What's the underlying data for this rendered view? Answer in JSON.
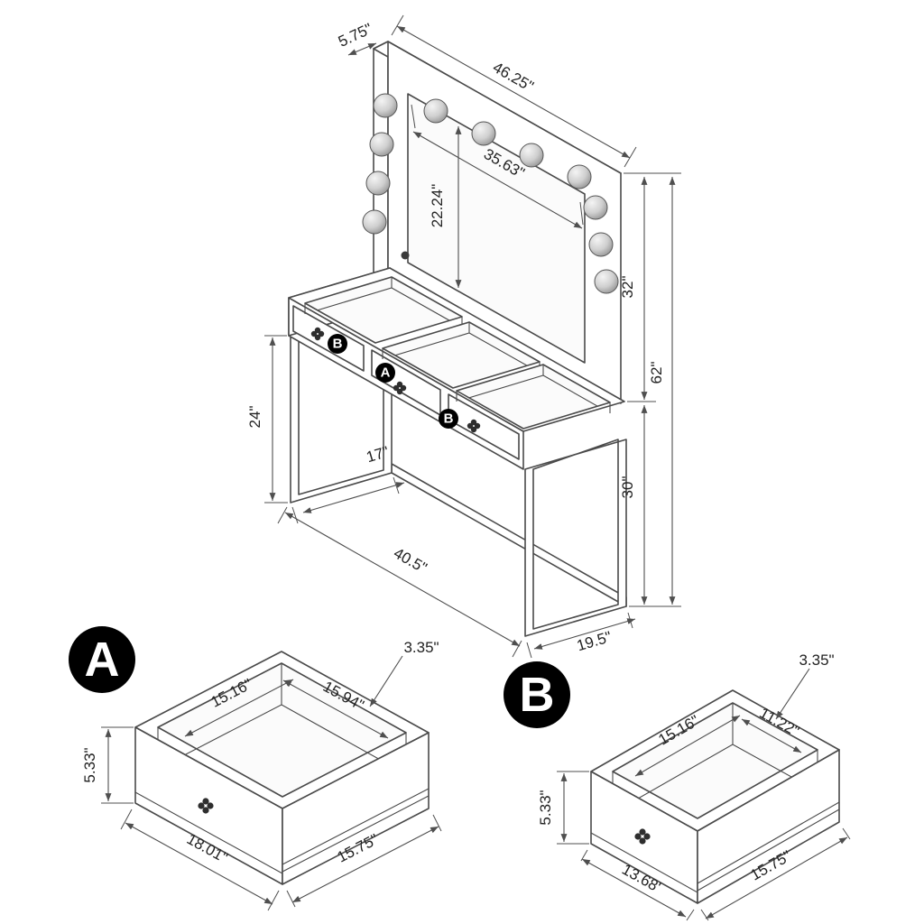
{
  "title": "Vanity with lighted mirror dimension diagram",
  "colors": {
    "line": "#4a4a4a",
    "dimension_line": "#4f4f4f",
    "label_text": "#222222",
    "badge_background": "#000000",
    "badge_text": "#ffffff",
    "background": "#ffffff"
  },
  "main_view": {
    "dims": {
      "frame_depth": "5.75\"",
      "mirror_width": "46.25\"",
      "mirror_inner_width": "35.63\"",
      "mirror_inner_height": "22.24\"",
      "mirror_height": "32\"",
      "total_height": "62\"",
      "base_height": "30\"",
      "knee_clearance": "24\"",
      "leg_depth": "17\"",
      "base_width": "40.5\"",
      "table_depth": "19.5\""
    },
    "badges": {
      "left": "B",
      "middle": "A",
      "right": "B"
    }
  },
  "drawer_a": {
    "badge": "A",
    "dims": {
      "rim_thickness": "3.35\"",
      "inner_depth": "15.16\"",
      "inner_width": "15.94\"",
      "front_height": "5.33\"",
      "outer_width": "18.01\"",
      "outer_depth": "15.75\""
    }
  },
  "drawer_b": {
    "badge": "B",
    "dims": {
      "rim_thickness": "3.35\"",
      "inner_depth": "15.16\"",
      "inner_width": "11.22\"",
      "front_height": "5.33\"",
      "outer_width": "13.68'",
      "outer_depth": "15.75\""
    }
  }
}
